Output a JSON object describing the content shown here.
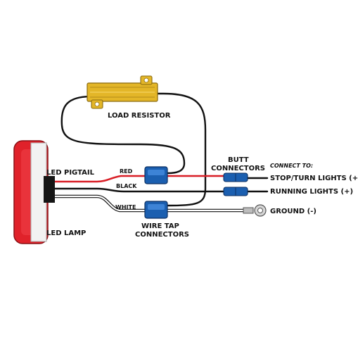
{
  "colors": {
    "red_wire": "#d91e26",
    "black_wire": "#111111",
    "white_wire": "#ffffff",
    "resistor_gold": "#e3b628",
    "connector_blue": "#1b5fb0",
    "lamp_red": "#e0222a",
    "background": "#ffffff"
  },
  "icons": {
    "resistor": "load-resistor-icon",
    "lamp": "led-lamp-icon",
    "ring_terminal": "ring-terminal-icon"
  },
  "labels": {
    "load_resistor": "LOAD RESISTOR",
    "led_pigtail": "LED PIGTAIL",
    "led_lamp": "LED LAMP",
    "wire_red": "RED",
    "wire_black": "BLACK",
    "wire_white": "WHITE",
    "butt_connectors_line1": "BUTT",
    "butt_connectors_line2": "CONNECTORS",
    "wire_tap_line1": "WIRE TAP",
    "wire_tap_line2": "CONNECTORS",
    "connect_to": "CONNECT TO:",
    "stop_turn": "STOP/TURN LIGHTS (+)",
    "running": "RUNNING LIGHTS (+)",
    "ground": "GROUND (-)"
  }
}
